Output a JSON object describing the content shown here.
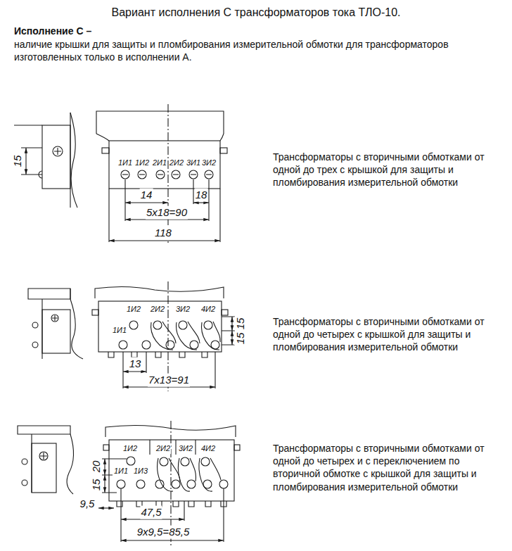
{
  "diagram": {
    "title": "Вариант исполнения С трансформаторов тока ТЛО-10.",
    "labels": [
      "Исполнение С –",
      "наличие крышки для защиты и пломбирования измерительной обмотки для трансформаторов изготовленных только в исполнении А.",
      "15",
      "1И1",
      "1И2",
      "2И1",
      "2И2",
      "3И1",
      "3И2",
      "14",
      "18",
      "5x18=90",
      "118",
      "Трансформаторы с вторичными обмотками от одной до трех с крышкой для защиты и пломбирования измерительной обмотки",
      "1И2",
      "2И2",
      "3И2",
      "4И2",
      "1И1",
      "15",
      "15",
      "13",
      "7x13=91",
      "Трансформаторы с вторичными обмотками от одной до четырех с крышкой для защиты и пломбирования измерительной обмотки",
      "1И2",
      "2И2",
      "3И2",
      "4И2",
      "1И1",
      "1И3",
      "15",
      "20",
      "9,5",
      "47,5",
      "9x9,5=85,5",
      "Трансформаторы с вторичными обмотками от одной до четырех и с переключением по вторичной обмотке с крышкой для защиты и пломбирования измерительной обмотки"
    ]
  }
}
